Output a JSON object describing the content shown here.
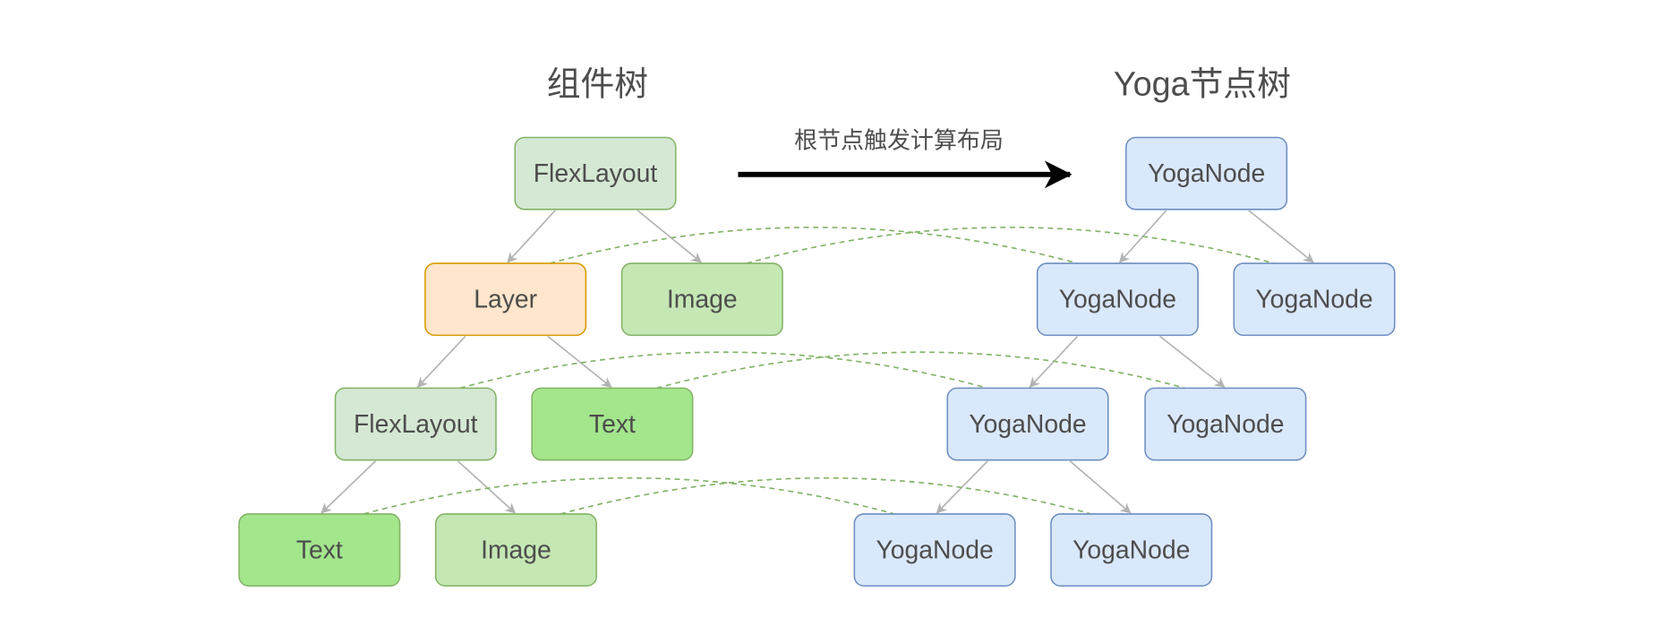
{
  "titles": {
    "component_tree": "组件树",
    "yoga_tree": "Yoga节点树"
  },
  "arrow_label": "根节点触发计算布局",
  "colors": {
    "flexlayout_fill": "#d5e8d4",
    "flexlayout_stroke": "#82b366",
    "layer_fill": "#ffe6cc",
    "layer_stroke": "#d79b00",
    "image_fill": "#c5e7b4",
    "text_fill": "#a3e68c",
    "green_stroke": "#82b366",
    "yoga_fill": "#dae8fc",
    "yoga_stroke": "#6c8ebf",
    "edge": "#b3b3b3",
    "mapping": "#82b366",
    "arrow": "#000000"
  },
  "component_nodes": [
    {
      "id": "c1",
      "label": "FlexLayout",
      "kind": "flexlayout"
    },
    {
      "id": "c2",
      "label": "Layer",
      "kind": "layer"
    },
    {
      "id": "c3",
      "label": "Image",
      "kind": "image"
    },
    {
      "id": "c4",
      "label": "FlexLayout",
      "kind": "flexlayout"
    },
    {
      "id": "c5",
      "label": "Text",
      "kind": "text"
    },
    {
      "id": "c6",
      "label": "Text",
      "kind": "text"
    },
    {
      "id": "c7",
      "label": "Image",
      "kind": "image"
    }
  ],
  "yoga_nodes": [
    {
      "id": "y1",
      "label": "YogaNode",
      "kind": "yoga"
    },
    {
      "id": "y2",
      "label": "YogaNode",
      "kind": "yoga"
    },
    {
      "id": "y3",
      "label": "YogaNode",
      "kind": "yoga"
    },
    {
      "id": "y4",
      "label": "YogaNode",
      "kind": "yoga"
    },
    {
      "id": "y5",
      "label": "YogaNode",
      "kind": "yoga"
    },
    {
      "id": "y6",
      "label": "YogaNode",
      "kind": "yoga"
    },
    {
      "id": "y7",
      "label": "YogaNode",
      "kind": "yoga"
    }
  ],
  "tree_edges": [
    [
      "c1",
      "c2"
    ],
    [
      "c1",
      "c3"
    ],
    [
      "c2",
      "c4"
    ],
    [
      "c2",
      "c5"
    ],
    [
      "c4",
      "c6"
    ],
    [
      "c4",
      "c7"
    ],
    [
      "y1",
      "y2"
    ],
    [
      "y1",
      "y3"
    ],
    [
      "y2",
      "y4"
    ],
    [
      "y2",
      "y5"
    ],
    [
      "y4",
      "y6"
    ],
    [
      "y4",
      "y7"
    ]
  ],
  "mapping_edges": [
    [
      "c2",
      "y2"
    ],
    [
      "c3",
      "y3"
    ],
    [
      "c4",
      "y4"
    ],
    [
      "c5",
      "y5"
    ],
    [
      "c6",
      "y6"
    ],
    [
      "c7",
      "y7"
    ]
  ]
}
